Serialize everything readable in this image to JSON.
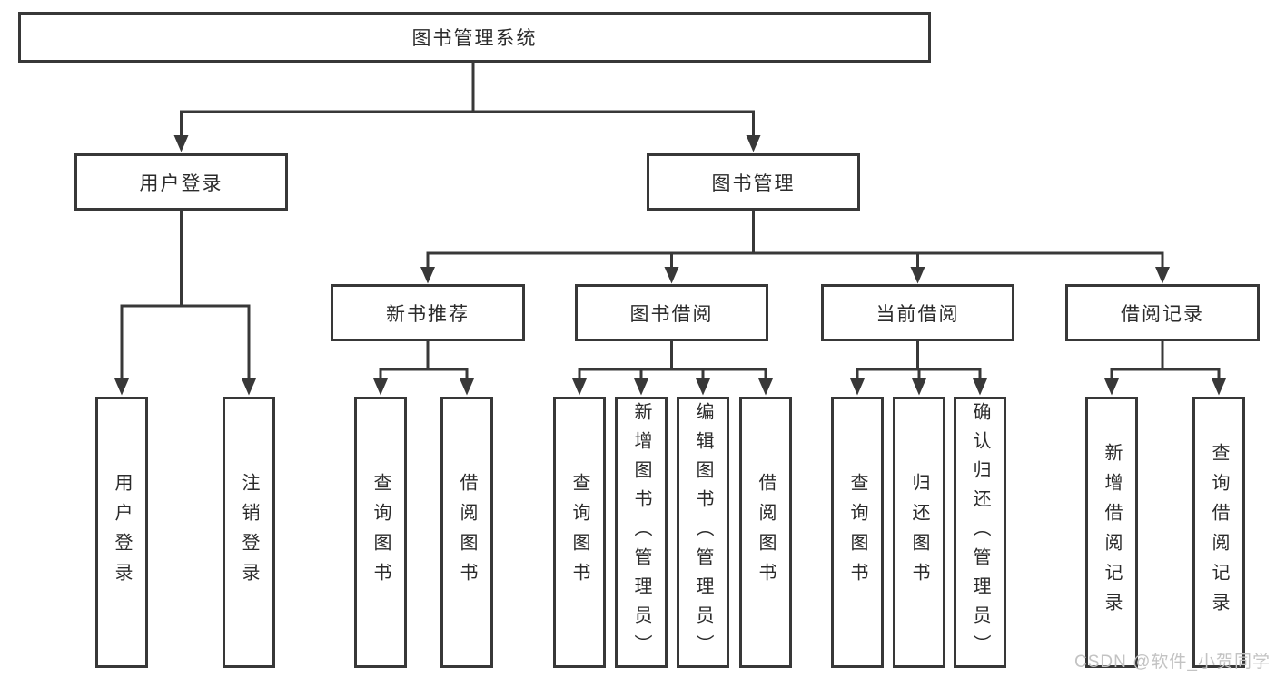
{
  "tree": {
    "root": {
      "label": "图书管理系统",
      "children": [
        {
          "label": "用户登录",
          "children": [
            {
              "label": "用户登录"
            },
            {
              "label": "注销登录"
            }
          ]
        },
        {
          "label": "图书管理",
          "children": [
            {
              "label": "新书推荐",
              "children": [
                {
                  "label": "查询图书"
                },
                {
                  "label": "借阅图书"
                }
              ]
            },
            {
              "label": "图书借阅",
              "children": [
                {
                  "label": "查询图书"
                },
                {
                  "label": "新增图书（管理员）"
                },
                {
                  "label": "编辑图书（管理员）"
                },
                {
                  "label": "借阅图书"
                }
              ]
            },
            {
              "label": "当前借阅",
              "children": [
                {
                  "label": "查询图书"
                },
                {
                  "label": "归还图书"
                },
                {
                  "label": "确认归还（管理员）"
                }
              ]
            },
            {
              "label": "借阅记录",
              "children": [
                {
                  "label": "新增借阅记录"
                },
                {
                  "label": "查询借阅记录"
                }
              ]
            }
          ]
        }
      ]
    }
  },
  "watermark": {
    "text": "CSDN @软件_小贺同学"
  },
  "colors": {
    "line": "#383838",
    "box_border": "#383838",
    "text": "#2b2b2b",
    "watermark": "#c3c3c3",
    "background": "#ffffff"
  }
}
